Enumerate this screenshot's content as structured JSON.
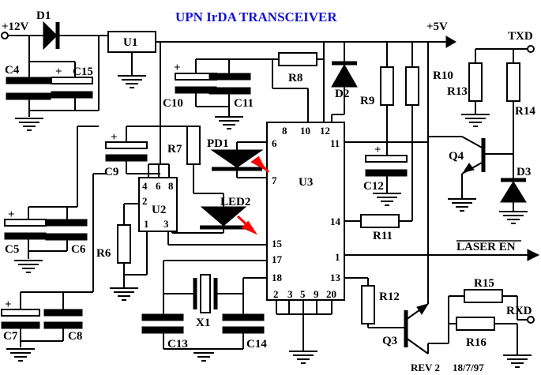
{
  "title": "UPN IrDA TRANSCEIVER",
  "revision": "REV 2",
  "date": "18/7/97",
  "rails": {
    "v12": "+12V",
    "v5": "+5V"
  },
  "signals": {
    "txd": "TXD",
    "rxd": "RXD",
    "laser_en": "LASER EN"
  },
  "components": {
    "D1": "D1",
    "U1": "U1",
    "C4": "C4",
    "C15": "C15",
    "C10": "C10",
    "C11": "C11",
    "R8": "R8",
    "D2": "D2",
    "R9": "R9",
    "R10": "R10",
    "R13": "R13",
    "R14": "R14",
    "Q4": "Q4",
    "D3": "D3",
    "PD1": "PD1",
    "LED2": "LED2",
    "R7": "R7",
    "C9": "C9",
    "U2": "U2",
    "U3": "U3",
    "C12": "C12",
    "R11": "R11",
    "C5": "C5",
    "C6": "C6",
    "R6": "R6",
    "C7": "C7",
    "C8": "C8",
    "C13": "C13",
    "X1": "X1",
    "C14": "C14",
    "R12": "R12",
    "R15": "R15",
    "R16": "R16",
    "Q3": "Q3"
  },
  "u2_pins": {
    "p4": "4",
    "p6": "6",
    "p8": "8",
    "p2": "2",
    "p1": "1",
    "p3": "3"
  },
  "u3_pins": {
    "p8": "8",
    "p10": "10",
    "p12": "12",
    "p6": "6",
    "p7": "7",
    "p11": "11",
    "p14": "14",
    "p15": "15",
    "p17": "17",
    "p1": "1",
    "p18": "18",
    "p13": "13",
    "p2": "2",
    "p3": "3",
    "p5": "5",
    "p9": "9",
    "p20": "20"
  }
}
